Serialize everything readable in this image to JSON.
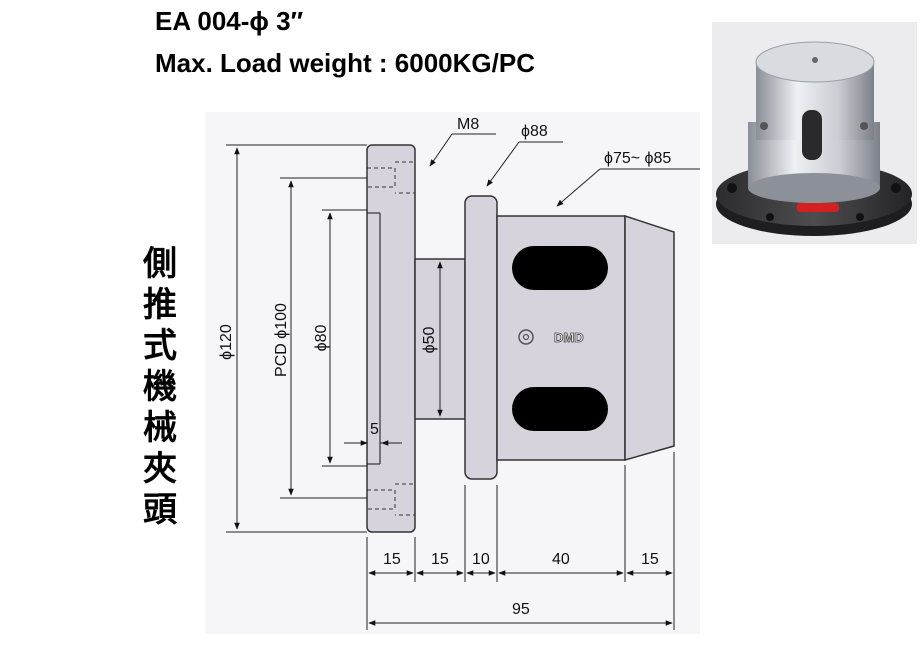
{
  "header": {
    "model": "EA 004-ϕ 3″",
    "load": "Max. Load weight : 6000KG/PC"
  },
  "side_label": [
    "側",
    "推",
    "式",
    "機",
    "械",
    "夾",
    "頭"
  ],
  "drawing": {
    "callouts": {
      "m8": "M8",
      "phi88": "ϕ88",
      "phi75_85": "ϕ75~ ϕ85"
    },
    "diameters": {
      "phi120": "ϕ120",
      "pcd": "PCD ϕ100",
      "phi80": "ϕ80",
      "phi50": "ϕ50"
    },
    "small_dim": "5",
    "logo": "DMD",
    "lengths": [
      "15",
      "15",
      "10",
      "40",
      "15"
    ],
    "total": "95"
  },
  "colors": {
    "part_fill": "#d6d3dc",
    "slot_fill": "#000000",
    "bg": "#ffffff"
  }
}
